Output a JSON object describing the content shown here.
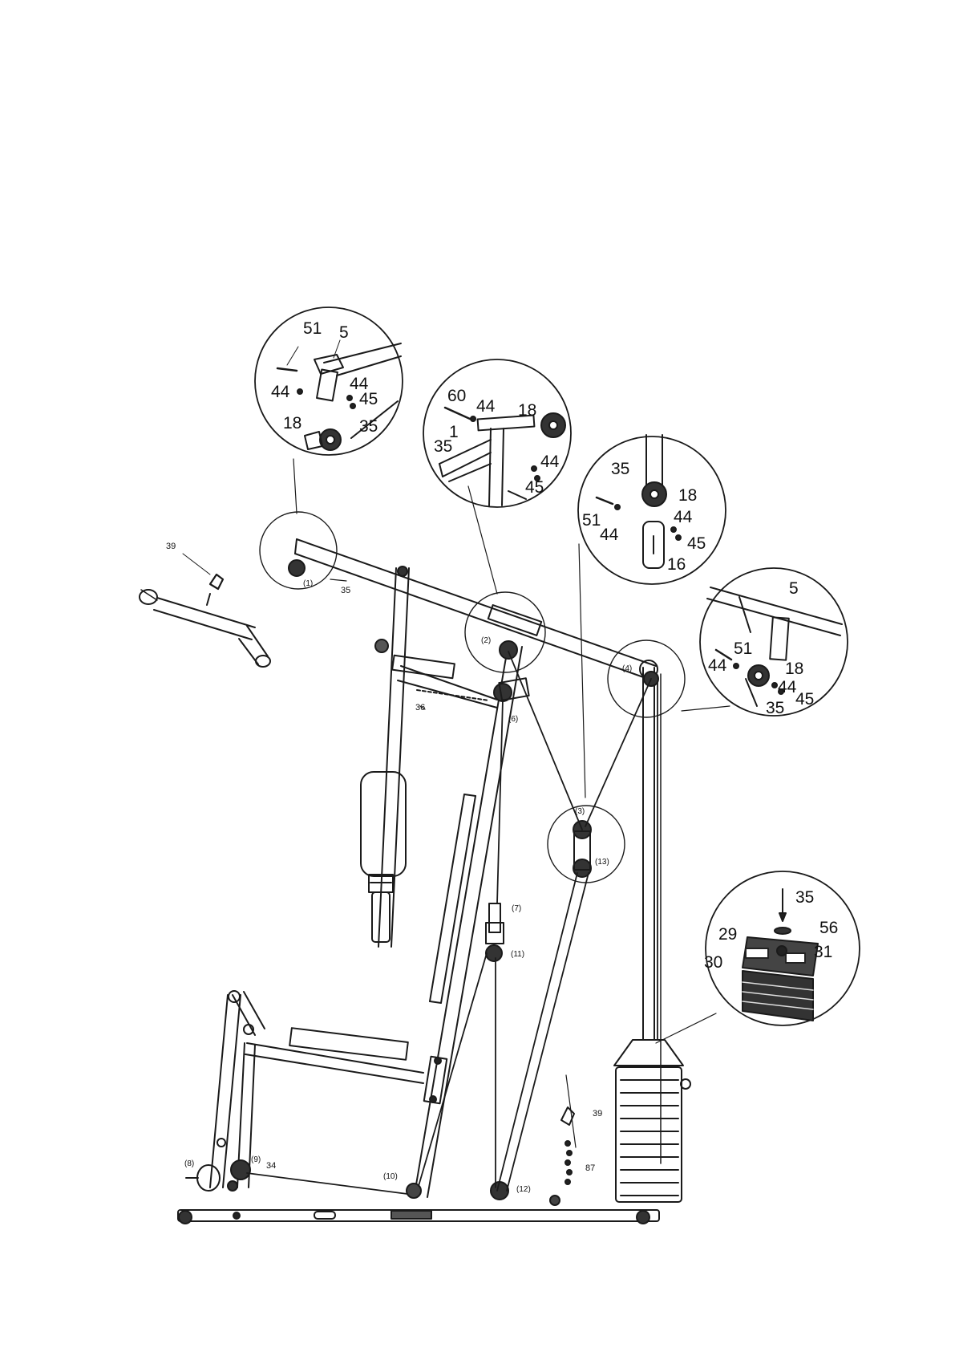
{
  "callout_1": {
    "parts": [
      "51",
      "5",
      "44",
      "44",
      "45",
      "18",
      "35"
    ],
    "pulley": "(1)"
  },
  "callout_2": {
    "parts": [
      "60",
      "44",
      "18",
      "1",
      "35",
      "44",
      "45"
    ],
    "pulley": "(2)"
  },
  "callout_3": {
    "parts": [
      "35",
      "18",
      "51",
      "44",
      "44",
      "45",
      "16"
    ],
    "pulley": "(3)"
  },
  "callout_4": {
    "parts": [
      "5",
      "51",
      "44",
      "18",
      "44",
      "45",
      "35"
    ],
    "pulley": "(4)"
  },
  "callout_weight_stack": {
    "parts": [
      "35",
      "56",
      "29",
      "31",
      "30"
    ]
  },
  "main_parts": {
    "handle_clip": "39",
    "upper_cable": "35",
    "crossbar_cable": "36",
    "lower_cable": "34",
    "chain_clip": "39",
    "chain": "87"
  },
  "pulleys": {
    "p6": "(6)",
    "p7": "(7)",
    "p8": "(8)",
    "p9": "(9)",
    "p10": "(10)",
    "p11": "(11)",
    "p12": "(12)",
    "p13": "(13)"
  }
}
